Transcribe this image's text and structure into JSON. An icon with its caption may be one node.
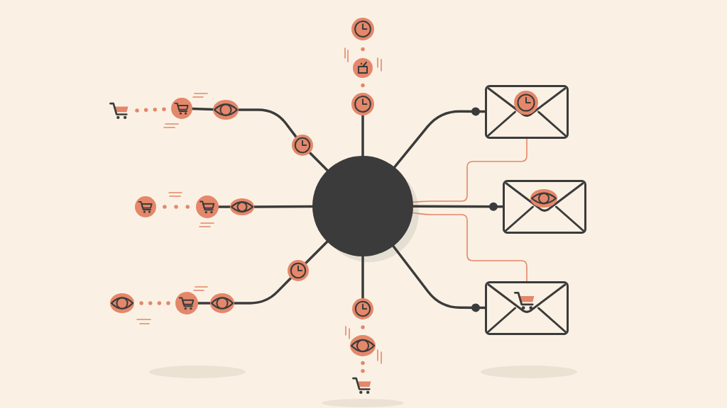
{
  "diagram": {
    "nodes": [
      {
        "text": [],
        "shape": "clock"
      },
      {
        "text": [],
        "shape": "basket"
      },
      {
        "text": [],
        "shape": "clock"
      },
      {
        "text": [],
        "shape": "envelope"
      },
      {
        "text": [],
        "shape": "clock",
        "in": 3
      },
      {
        "text": [],
        "shape": "cart"
      },
      {
        "text": [],
        "shape": "cart"
      },
      {
        "text": [],
        "shape": "eye"
      },
      {
        "text": [],
        "shape": "clock"
      },
      {
        "text": [],
        "shape": "circle"
      },
      {
        "text": [],
        "shape": "cart"
      },
      {
        "text": [],
        "shape": "cart"
      },
      {
        "text": [],
        "shape": "eye"
      },
      {
        "text": [],
        "shape": "envelope"
      },
      {
        "text": [],
        "shape": "eye",
        "in": 13
      },
      {
        "text": [],
        "shape": "clock"
      },
      {
        "text": [],
        "shape": "envelope"
      },
      {
        "text": [],
        "shape": "cart",
        "in": 16
      },
      {
        "text": [],
        "shape": "eye"
      },
      {
        "text": [],
        "shape": "cart"
      },
      {
        "text": [],
        "shape": "eye"
      },
      {
        "text": [],
        "shape": "clock"
      },
      {
        "text": [],
        "shape": "eye"
      },
      {
        "text": [],
        "shape": "cart"
      }
    ],
    "edges": [
      {
        "from": 0,
        "to": 1,
        "arrow": "none",
        "style": "dashed",
        "color": "#e4876a"
      },
      {
        "from": 1,
        "to": 2,
        "arrow": "none",
        "style": "dashed",
        "color": "#e4876a"
      },
      {
        "from": 2,
        "to": 9,
        "arrow": "none"
      },
      {
        "from": 5,
        "to": 6,
        "arrow": "none",
        "style": "dashed",
        "color": "#e4876a"
      },
      {
        "from": 6,
        "to": 7,
        "arrow": "none"
      },
      {
        "from": 7,
        "to": 8,
        "arrow": "none"
      },
      {
        "from": 8,
        "to": 9,
        "arrow": "none"
      },
      {
        "from": 9,
        "to": 3,
        "arrow": "other"
      },
      {
        "from": 3,
        "to": 9,
        "arrow": "none",
        "color": "#e4876a"
      },
      {
        "from": 10,
        "to": 11,
        "arrow": "none",
        "style": "dashed",
        "color": "#e4876a"
      },
      {
        "from": 11,
        "to": 12,
        "arrow": "none"
      },
      {
        "from": 12,
        "to": 9,
        "arrow": "none"
      },
      {
        "from": 9,
        "to": 13,
        "arrow": "other"
      },
      {
        "from": 9,
        "to": 16,
        "arrow": "none",
        "color": "#e4876a"
      },
      {
        "from": 9,
        "to": 16,
        "arrow": "other"
      },
      {
        "from": 18,
        "to": 19,
        "arrow": "none",
        "style": "dashed",
        "color": "#e4876a"
      },
      {
        "from": 19,
        "to": 20,
        "arrow": "none"
      },
      {
        "from": 20,
        "to": 15,
        "arrow": "none"
      },
      {
        "from": 15,
        "to": 9,
        "arrow": "none"
      },
      {
        "from": 9,
        "to": 21,
        "arrow": "none"
      },
      {
        "from": 21,
        "to": 22,
        "arrow": "none",
        "style": "dashed",
        "color": "#e4876a"
      },
      {
        "from": 22,
        "to": 23,
        "arrow": "none",
        "style": "dashed",
        "color": "#e4876a"
      }
    ]
  }
}
